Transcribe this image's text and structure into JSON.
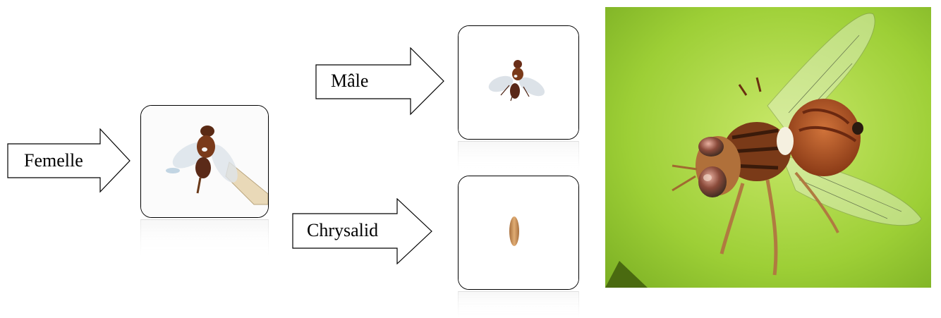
{
  "arrows": {
    "femelle": "Femelle",
    "male": "Mâle",
    "chrysalid": "Chrysalid"
  },
  "cards": {
    "female_image": "female-fly-photo",
    "male_image": "male-fly-photo",
    "chrysalid_image": "pupa-photo"
  },
  "photo": {
    "subject": "olive-fruit-fly-macro-photo"
  },
  "colors": {
    "leaf_green": "#9ccc2e",
    "fly_orange": "#b5542a",
    "pupa_tan": "#c9955f"
  }
}
